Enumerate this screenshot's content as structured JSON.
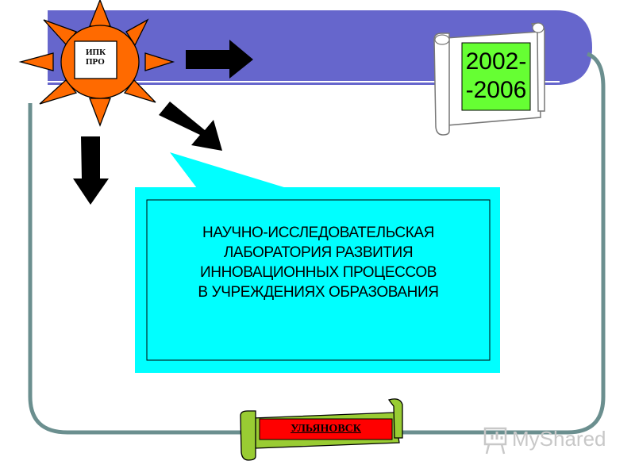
{
  "logo": {
    "line1": "ИПК",
    "line2": "ПРО"
  },
  "years": {
    "line1": "2002-",
    "line2": "-2006"
  },
  "lab": {
    "lines": [
      "НАУЧНО-ИССЛЕДОВАТЕЛЬСКАЯ",
      "ЛАБОРАТОРИЯ РАЗВИТИЯ",
      "ИННОВАЦИОННЫХ ПРОЦЕССОВ",
      "В УЧРЕЖДЕНИЯХ ОБРАЗОВАНИЯ"
    ]
  },
  "city": {
    "label": "УЛЬЯНОВСК"
  },
  "watermark": {
    "text": "MyShared"
  },
  "colors": {
    "band": "#6666cc",
    "frame": "#6b8f8f",
    "sun_orange": "#ff6a00",
    "cyan": "#00ffff",
    "year_green": "#66ff33",
    "scroll_green": "#99cc33",
    "city_red": "#ff0000"
  }
}
